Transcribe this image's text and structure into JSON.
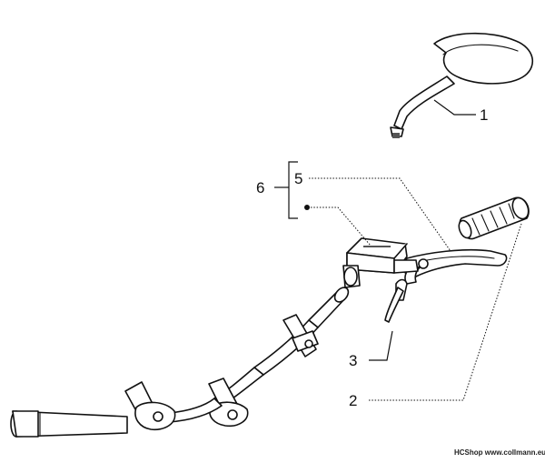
{
  "labels": {
    "part1": "1",
    "part2": "2",
    "part3": "3",
    "part5": "5",
    "part6": "6"
  },
  "footer": {
    "credit": "HCShop www.collmann.eu"
  }
}
